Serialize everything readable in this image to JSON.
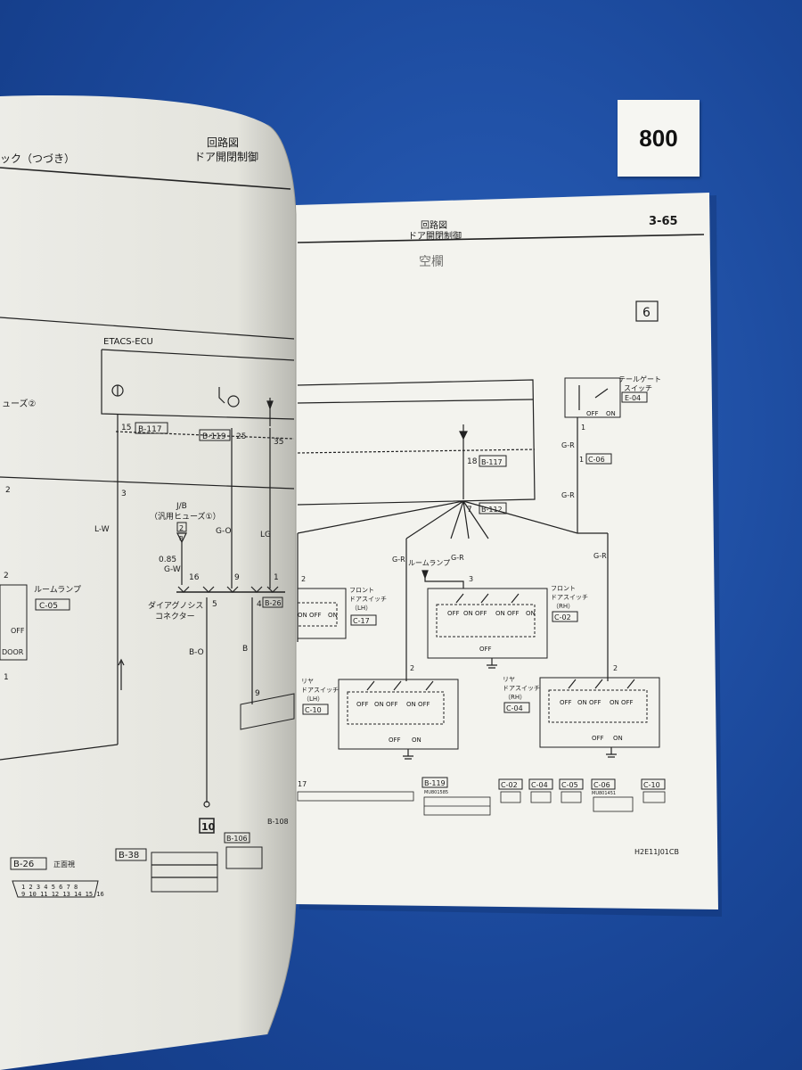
{
  "tag_number": "800",
  "left_page": {
    "header_continuation": "ック（つづき）",
    "header_title": "回路図",
    "header_subtitle": "ドア開閉制御",
    "ecu_label": "ETACS-ECU",
    "fuse_label": "ューズ②",
    "pin_15": "15",
    "conn_b117": "B-117",
    "conn_b119": "B-119",
    "pin_25": "25",
    "pin_35": "35",
    "pin_2a": "2",
    "pin_3": "3",
    "wire_lw": "L-W",
    "jb_label": "J/B",
    "jb_fuse": "（汎用ヒューズ①）",
    "jb_pin": "2",
    "jb_b": "B",
    "wire_085": "0.85",
    "wire_gw": "G-W",
    "wire_go": "G-O",
    "wire_lg": "LG",
    "pin_2b": "2",
    "room_lamp": "ルームランプ",
    "conn_c05": "C-05",
    "pin_16": "16",
    "pin_9": "9",
    "pin_1": "1",
    "diag_label_1": "ダイアグノシス",
    "diag_label_2": "コネクター",
    "pin_5": "5",
    "pin_4": "4",
    "conn_b26": "B-26",
    "off_label": "OFF",
    "door_label": "DOOR",
    "pin_1b": "1",
    "wire_bo": "B-O",
    "wire_b": "B",
    "pin_9b": "9",
    "ground_no": "10",
    "conn_b106": "B-106",
    "conn_b108": "B-108",
    "conn_b38": "B-38",
    "conn_b26_bottom": "B-26",
    "front_view": "正面視",
    "b26_pins_top": "1 2 3 4 5 6 7 8",
    "b26_pins_bottom": "9 10 11 12 13 14 15 16"
  },
  "right_page": {
    "header_title": "回路図",
    "header_subtitle": "ドア開閉制御",
    "page_number": "3-65",
    "sheet_number": "6",
    "tailgate_label_1": "テールゲート",
    "tailgate_label_2": "スイッチ",
    "conn_e04": "E-04",
    "tg_off": "OFF",
    "tg_on": "ON",
    "pin_1a": "1",
    "wire_gr1": "G-R",
    "pin_1b": "1",
    "conn_c06": "C-06",
    "wire_gr2": "G-R",
    "pin_18": "18",
    "conn_b117": "B-117",
    "pin_7": "7",
    "conn_b112": "B-112",
    "wire_gr3": "G-R",
    "room_lamp": "ルームランプ",
    "wire_gr4": "G-R",
    "wire_gr5": "G-R",
    "pin_3": "3",
    "pin_2a": "2",
    "front_lh_1": "フロント",
    "front_lh_2": "ドアスイッチ",
    "front_lh_3": "（LH）",
    "conn_c17": "C-17",
    "front_rh_1": "フロント",
    "front_rh_2": "ドアスイッチ",
    "front_rh_3": "（RH）",
    "conn_c02": "C-02",
    "sw_on_off": "ON OFF",
    "sw_on": "ON",
    "sw_off": "OFF",
    "rear_lh_1": "リヤ",
    "rear_lh_2": "ドアスイッチ",
    "rear_lh_3": "（LH）",
    "conn_c10": "C-10",
    "rear_rh_1": "リヤ",
    "rear_rh_2": "ドアスイッチ",
    "rear_rh_3": "（RH）",
    "conn_c04": "C-04",
    "pin_2b": "2",
    "pin_2c": "2",
    "bottom_b119": "B-119",
    "bottom_c02": "C-02",
    "bottom_c04": "C-04",
    "bottom_c05": "C-05",
    "bottom_c06": "C-06",
    "bottom_c10": "C-10",
    "bottom_17": "17",
    "mu_1": "MU801585",
    "mu_2": "MU801451",
    "figure_code": "H2E11J01CB",
    "ghost_text": "空欄"
  }
}
